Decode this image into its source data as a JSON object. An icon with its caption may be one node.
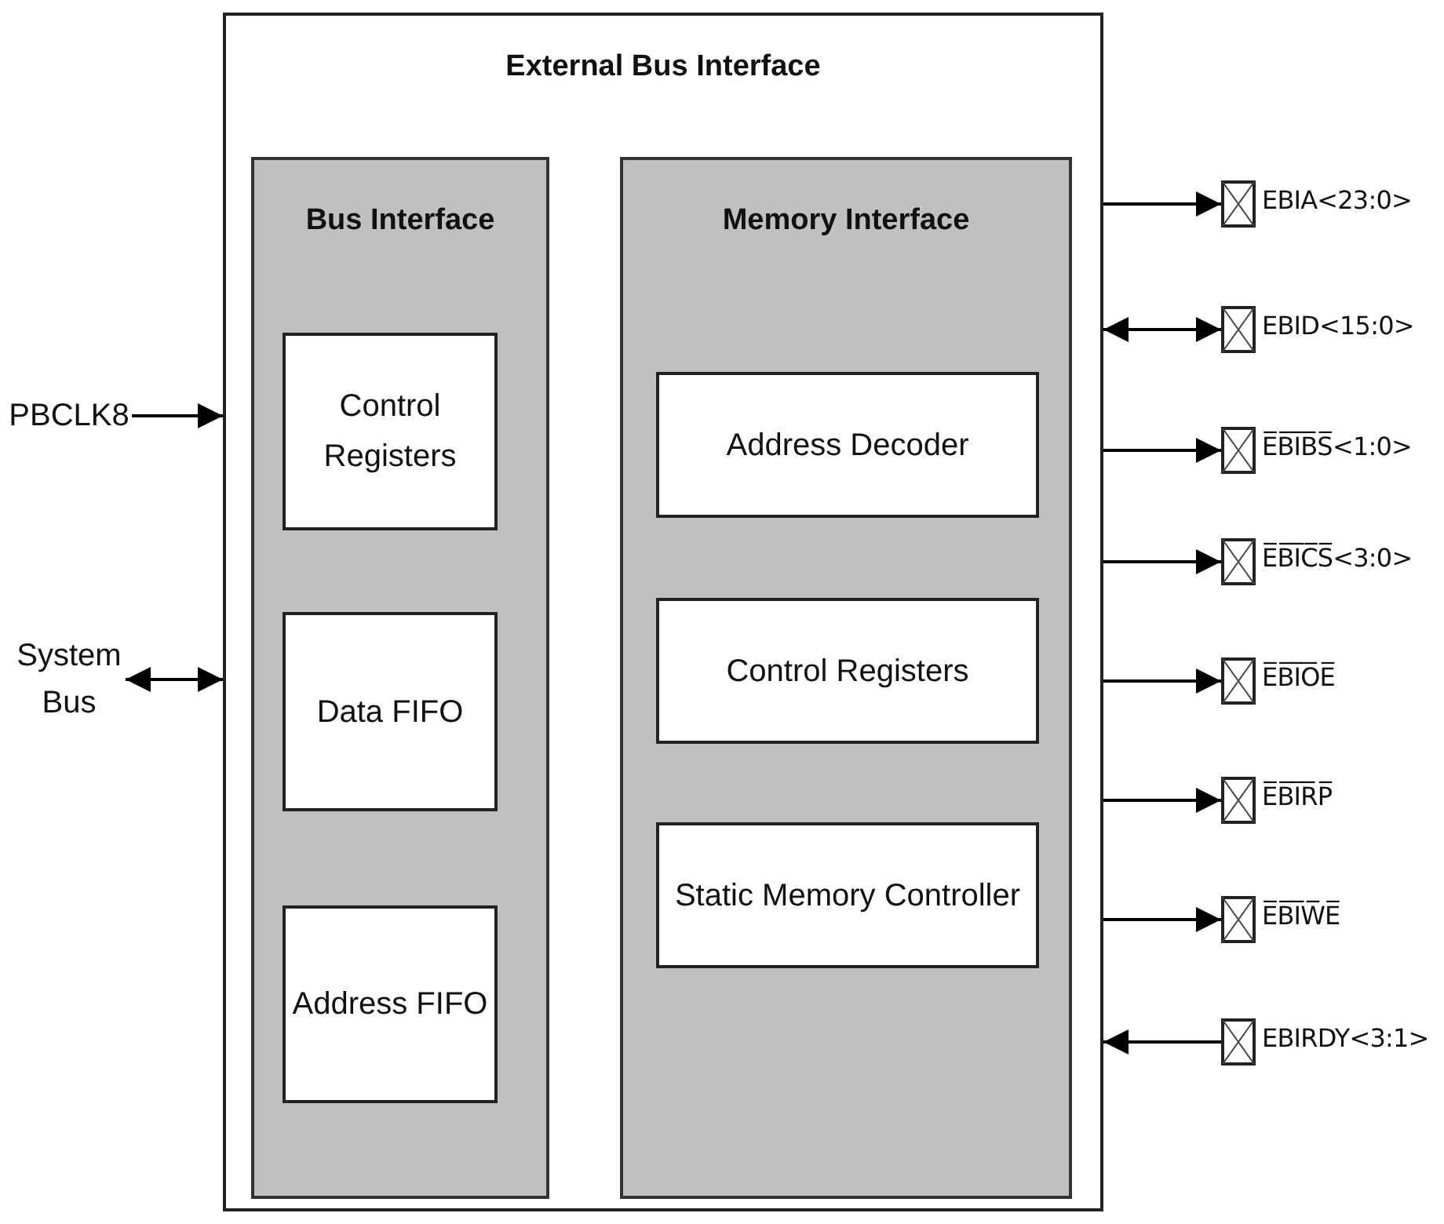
{
  "diagram": {
    "nodes": [
      {
        "text": [
          "External Bus Interface"
        ]
      },
      {
        "text": [
          "Bus Interface"
        ],
        "in": 0
      },
      {
        "text": [
          "Control Registers"
        ],
        "in": 1
      },
      {
        "text": [
          "Data FIFO"
        ],
        "in": 1
      },
      {
        "text": [
          "Address FIFO"
        ],
        "in": 1
      },
      {
        "text": [
          "Memory Interface"
        ],
        "in": 0
      },
      {
        "text": [
          "Address Decoder"
        ],
        "in": 5
      },
      {
        "text": [
          "Control Registers"
        ],
        "in": 5
      },
      {
        "text": [
          "Static Memory Controller"
        ],
        "in": 5
      },
      {
        "text": [
          "PBCLK8"
        ]
      },
      {
        "text": [
          "System Bus"
        ]
      },
      {
        "text": [],
        "shape": "box",
        "beside": [
          "EBIA<23:0>"
        ]
      },
      {
        "text": [],
        "shape": "box",
        "beside": [
          "EBID<15:0>"
        ]
      },
      {
        "text": [],
        "shape": "box",
        "beside": [
          "E̅B̅I̅B̅S̅<1:0>"
        ]
      },
      {
        "text": [],
        "shape": "box",
        "beside": [
          "E̅B̅I̅C̅S̅<3:0>"
        ]
      },
      {
        "text": [],
        "shape": "box",
        "beside": [
          "E̅B̅I̅O̅E̅"
        ]
      },
      {
        "text": [],
        "shape": "box",
        "beside": [
          "E̅B̅I̅R̅P̅"
        ]
      },
      {
        "text": [],
        "shape": "box",
        "beside": [
          "E̅B̅I̅W̅E̅"
        ]
      },
      {
        "text": [],
        "shape": "box",
        "beside": [
          "EBIRDY<3:1>"
        ]
      }
    ],
    "edges": [
      {
        "from": 9,
        "to": 0,
        "arrow": "to"
      },
      {
        "from": 10,
        "to": 0,
        "arrow": "both"
      },
      {
        "from": 0,
        "to": 11,
        "arrow": "to"
      },
      {
        "from": 0,
        "to": 12,
        "arrow": "both"
      },
      {
        "from": 0,
        "to": 13,
        "arrow": "to"
      },
      {
        "from": 0,
        "to": 14,
        "arrow": "to"
      },
      {
        "from": 0,
        "to": 15,
        "arrow": "to"
      },
      {
        "from": 0,
        "to": 16,
        "arrow": "to"
      },
      {
        "from": 0,
        "to": 17,
        "arrow": "to"
      },
      {
        "from": 18,
        "to": 0,
        "arrow": "to"
      }
    ]
  }
}
